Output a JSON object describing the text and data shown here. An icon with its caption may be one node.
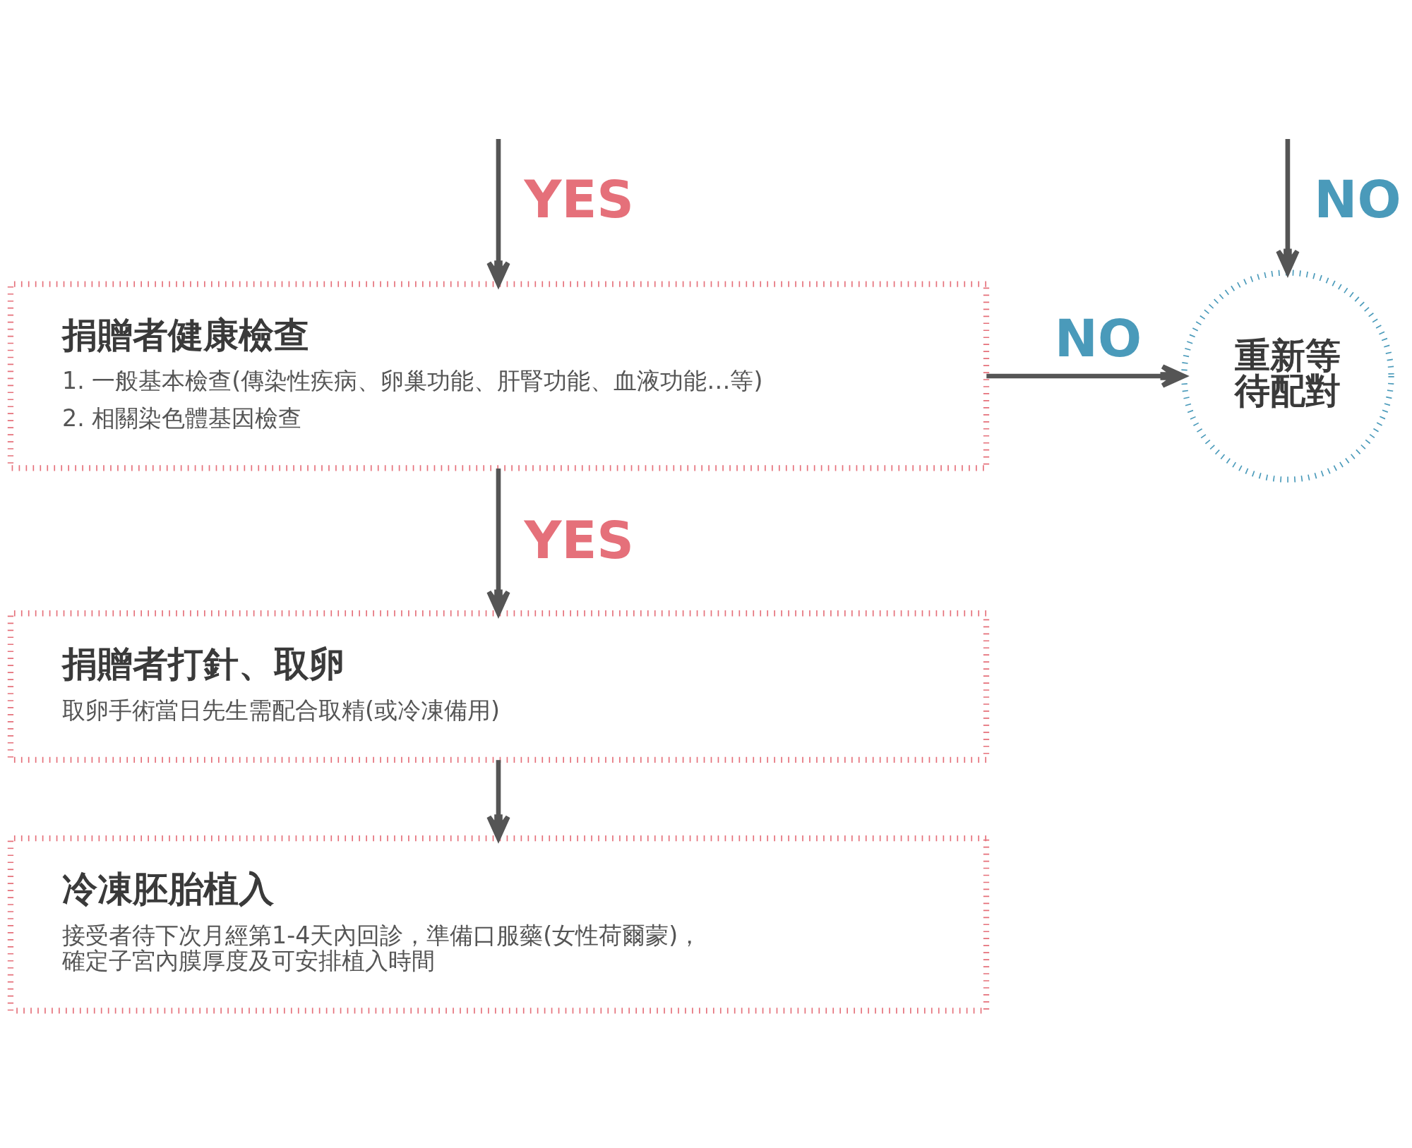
{
  "diagram": {
    "nodes": [
      {
        "text": [
          "捐贈者健康檢查",
          "1. 一般基本檢查(傳染性疾病、卵巢功能、肝腎功能、血液功能…等)",
          "2. 相關染色體基因檢查"
        ]
      },
      {
        "text": [
          "重新等待配對"
        ]
      },
      {
        "text": [
          "捐贈者打針、取卵",
          "取卵手術當日先生需配合取精(或冷凍備用)"
        ]
      },
      {
        "text": [
          "冷凍胚胎植入",
          "接受者待下次月經第1-4天內回診，準備口服藥(女性荷爾蒙)，確定子宮內膜厚度及可安排植入時間"
        ]
      }
    ],
    "edges": [
      {
        "from": null,
        "to": 0,
        "arrow": "to",
        "label": "YES"
      },
      {
        "from": null,
        "to": 1,
        "arrow": "to",
        "label": "NO"
      },
      {
        "from": 0,
        "to": 1,
        "arrow": "to",
        "label": "NO"
      },
      {
        "from": 0,
        "to": 2,
        "arrow": "to",
        "label": "YES"
      },
      {
        "from": 2,
        "to": 3,
        "arrow": "to"
      }
    ]
  }
}
